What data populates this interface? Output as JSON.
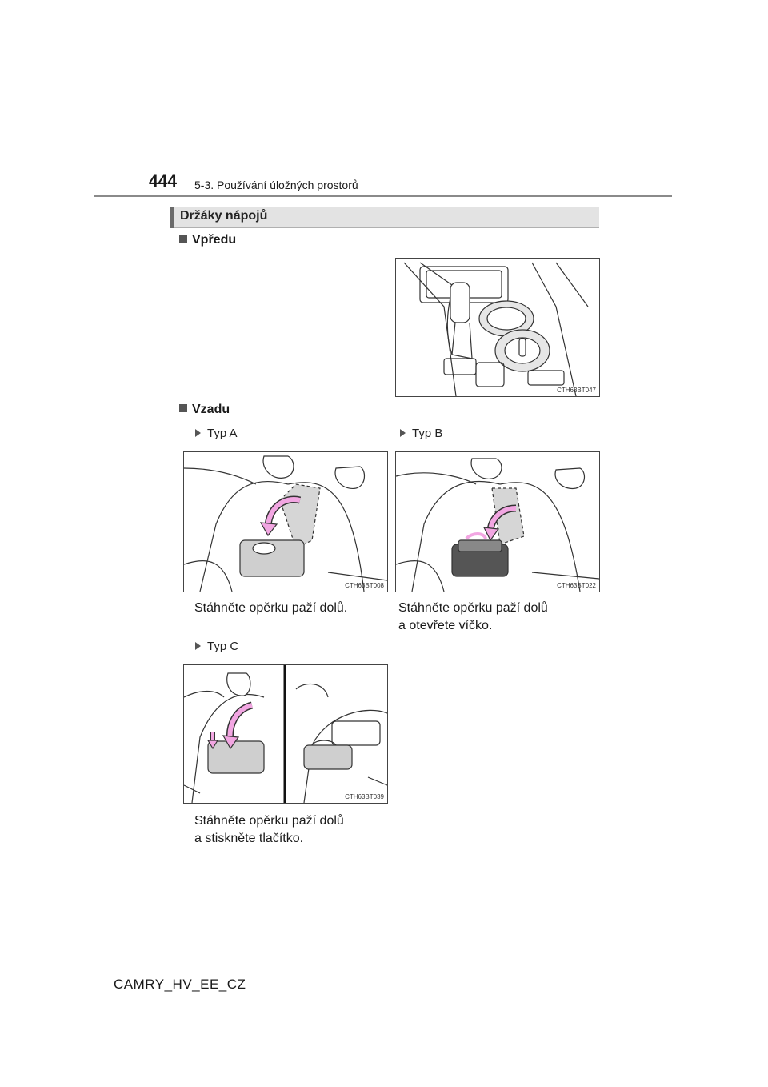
{
  "header": {
    "page_number": "444",
    "breadcrumb": "5-3. Používání úložných prostorů"
  },
  "section": {
    "title": "Držáky nápojů"
  },
  "front": {
    "heading": "Vpředu",
    "figure_code": "CTH63BT047"
  },
  "rear": {
    "heading": "Vzadu",
    "type_a": {
      "label": "Typ A",
      "figure_code": "CTH63BT008",
      "caption": "Stáhněte opěrku paží dolů."
    },
    "type_b": {
      "label": "Typ B",
      "figure_code": "CTH63BT022",
      "caption_line1": "Stáhněte opěrku paží dolů",
      "caption_line2": "a otevřete víčko."
    },
    "type_c": {
      "label": "Typ C",
      "figure_code": "CTH63BT039",
      "caption_line1": "Stáhněte opěrku paží dolů",
      "caption_line2": "a stiskněte tlačítko."
    }
  },
  "footer": {
    "doc_id": "CAMRY_HV_EE_CZ"
  },
  "colors": {
    "arrow": "#f2a6e2",
    "arrow_stroke": "#333333",
    "armrest_fill": "#cfcfcf"
  }
}
